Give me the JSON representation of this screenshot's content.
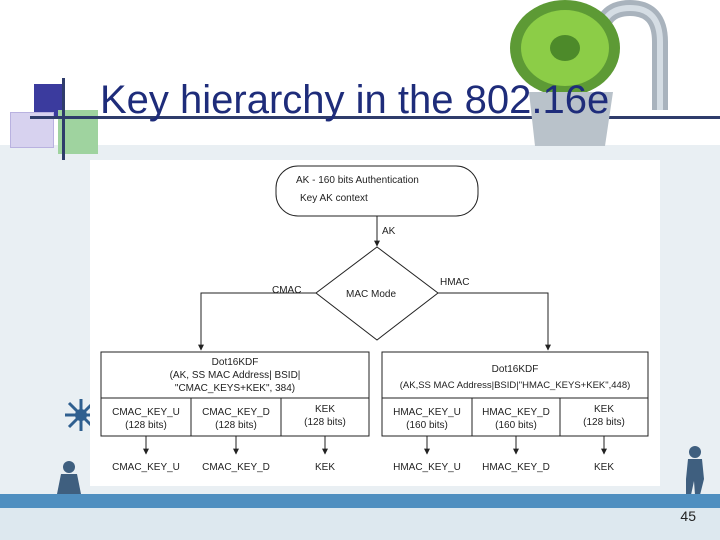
{
  "title": "Key hierarchy in the 802.16e",
  "page_number": "45",
  "diagram": {
    "ak_box": {
      "line1": "AK - 160 bits Authentication",
      "line2": "Key AK context"
    },
    "ak_label": "AK",
    "mode_label": "MAC Mode",
    "cmac_label": "CMAC",
    "hmac_label": "HMAC",
    "left_kdf": {
      "line1": "Dot16KDF",
      "line2": "(AK, SS MAC Address| BSID|",
      "line3": "\"CMAC_KEYS+KEK\", 384)"
    },
    "right_kdf": {
      "line1": "Dot16KDF",
      "line2": "(AK,SS MAC Address|BSID|\"HMAC_KEYS+KEK\",448)"
    },
    "left_keys": [
      {
        "name": "CMAC_KEY_U",
        "size": "(128 bits)",
        "out": "CMAC_KEY_U"
      },
      {
        "name": "CMAC_KEY_D",
        "size": "(128 bits)",
        "out": "CMAC_KEY_D"
      },
      {
        "name": "KEK",
        "size": "(128 bits)",
        "out": "KEK"
      }
    ],
    "right_keys": [
      {
        "name": "HMAC_KEY_U",
        "size": "(160 bits)",
        "out": "HMAC_KEY_U"
      },
      {
        "name": "HMAC_KEY_D",
        "size": "(160 bits)",
        "out": "HMAC_KEY_D"
      },
      {
        "name": "KEK",
        "size": "(128 bits)",
        "out": "KEK"
      }
    ]
  }
}
